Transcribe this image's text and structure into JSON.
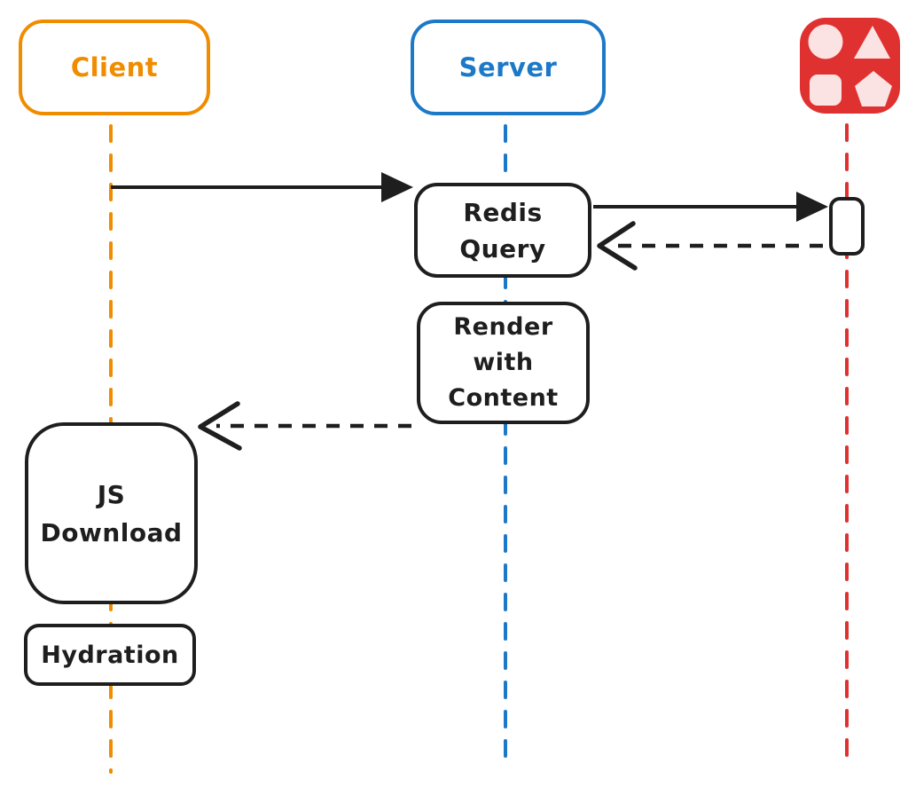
{
  "colors": {
    "orange": "#f08c00",
    "blue": "#1c79c8",
    "red": "#e03131",
    "icon_shape": "#fce3e3",
    "black": "#1e1e1e",
    "background": "#ffffff"
  },
  "actors": {
    "client": {
      "label": "Client"
    },
    "server": {
      "label": "Server"
    },
    "datastore": {
      "icon": "shapes-grid-icon"
    }
  },
  "steps": {
    "redis_query": {
      "lines": [
        "Redis",
        "Query"
      ]
    },
    "render_with_content": {
      "lines": [
        "Render",
        "with",
        "Content"
      ]
    },
    "js_download": {
      "lines": [
        "JS",
        "Download"
      ]
    },
    "hydration": {
      "lines": [
        "Hydration"
      ]
    }
  }
}
